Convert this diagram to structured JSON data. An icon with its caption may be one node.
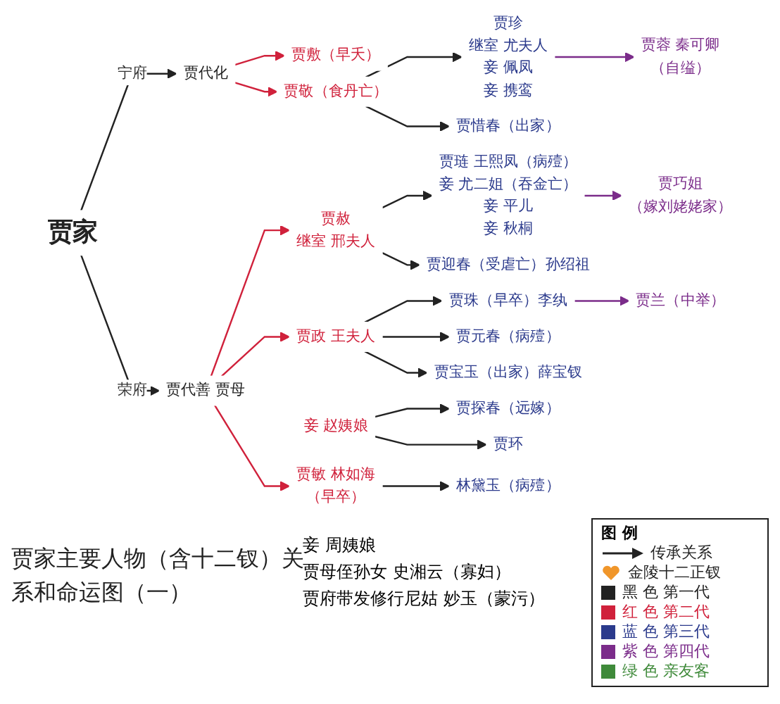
{
  "diagram": {
    "title": "贾家主要人物（含十二钗）关系和命运图（一）",
    "nodes": [
      {
        "text": [
          "贾家"
        ]
      },
      {
        "text": [
          "贾代化"
        ]
      },
      {
        "text": [
          "贾代善 贾母"
        ]
      },
      {
        "text": [
          "贾敷（早夭）"
        ]
      },
      {
        "text": [
          "贾敬（食丹亡）"
        ]
      },
      {
        "text": [
          "贾珍",
          "继室 尤夫人",
          "妾 佩凤",
          "妾 携鸾"
        ]
      },
      {
        "text": [
          "贾蓉 秦可卿",
          "（自缢）"
        ]
      },
      {
        "text": [
          "贾惜春（出家）"
        ]
      },
      {
        "text": [
          "贾赦",
          "继室 邢夫人"
        ]
      },
      {
        "text": [
          "贾琏 王熙凤（病殪）",
          "妾 尤二姐（吞金亡）",
          "妾 平儿",
          "妾 秋桐"
        ]
      },
      {
        "text": [
          "贾巧姐",
          "（嫁刘姥姥家）"
        ]
      },
      {
        "text": [
          "贾迎春（受虐亡）孙绍祖"
        ]
      },
      {
        "text": [
          "贾政 王夫人"
        ]
      },
      {
        "text": [
          "贾珠（早卒）李纨"
        ]
      },
      {
        "text": [
          "贾兰（中举）"
        ]
      },
      {
        "text": [
          "贾元春（病殪）"
        ]
      },
      {
        "text": [
          "贾宝玉（出家）薛宝钗"
        ]
      },
      {
        "text": [
          "妾 赵姨娘"
        ]
      },
      {
        "text": [
          "贾探春（远嫁）"
        ]
      },
      {
        "text": [
          "贾环"
        ]
      },
      {
        "text": [
          "贾敏 林如海",
          "（早卒）"
        ]
      },
      {
        "text": [
          "林黛玉（病殪）"
        ]
      }
    ],
    "edges": [
      {
        "from": 0,
        "to": 1,
        "arrow": "to",
        "label": "宁府"
      },
      {
        "from": 0,
        "to": 2,
        "arrow": "to",
        "label": "荣府"
      },
      {
        "from": 1,
        "to": 3,
        "arrow": "to",
        "color": "#d0213b"
      },
      {
        "from": 1,
        "to": 4,
        "arrow": "to",
        "color": "#d0213b"
      },
      {
        "from": 4,
        "to": 5,
        "arrow": "to"
      },
      {
        "from": 4,
        "to": 7,
        "arrow": "to"
      },
      {
        "from": 5,
        "to": 6,
        "arrow": "to",
        "color": "#7b2c8a"
      },
      {
        "from": 2,
        "to": 8,
        "arrow": "to",
        "color": "#d0213b"
      },
      {
        "from": 2,
        "to": 12,
        "arrow": "to",
        "color": "#d0213b"
      },
      {
        "from": 2,
        "to": 20,
        "arrow": "to",
        "color": "#d0213b"
      },
      {
        "from": 8,
        "to": 9,
        "arrow": "to"
      },
      {
        "from": 8,
        "to": 11,
        "arrow": "to"
      },
      {
        "from": 9,
        "to": 10,
        "arrow": "to",
        "color": "#7b2c8a"
      },
      {
        "from": 12,
        "to": 13,
        "arrow": "to"
      },
      {
        "from": 12,
        "to": 15,
        "arrow": "to"
      },
      {
        "from": 12,
        "to": 16,
        "arrow": "to"
      },
      {
        "from": 13,
        "to": 14,
        "arrow": "to",
        "color": "#7b2c8a"
      },
      {
        "from": 17,
        "to": 18,
        "arrow": "to"
      },
      {
        "from": 17,
        "to": 19,
        "arrow": "to"
      },
      {
        "from": 20,
        "to": 21,
        "arrow": "to"
      }
    ],
    "labels": [
      "妾 周姨娘",
      "贾母侄孙女 史湘云（寡妇）",
      "贾府带发修行尼姑 妙玉（蒙污）",
      "图 例"
    ],
    "legend": [
      {
        "text": "传承关系"
      },
      {
        "text": "金陵十二正钗"
      },
      {
        "text": "黑 色 第一代",
        "color": "#222222"
      },
      {
        "text": "红 色 第二代",
        "color": "#d0213b"
      },
      {
        "text": "蓝 色 第三代",
        "color": "#2b3a8c"
      },
      {
        "text": "紫 色 第四代",
        "color": "#7b2c8a"
      },
      {
        "text": "绿 色 亲友客",
        "color": "#3f8a3a"
      }
    ]
  }
}
